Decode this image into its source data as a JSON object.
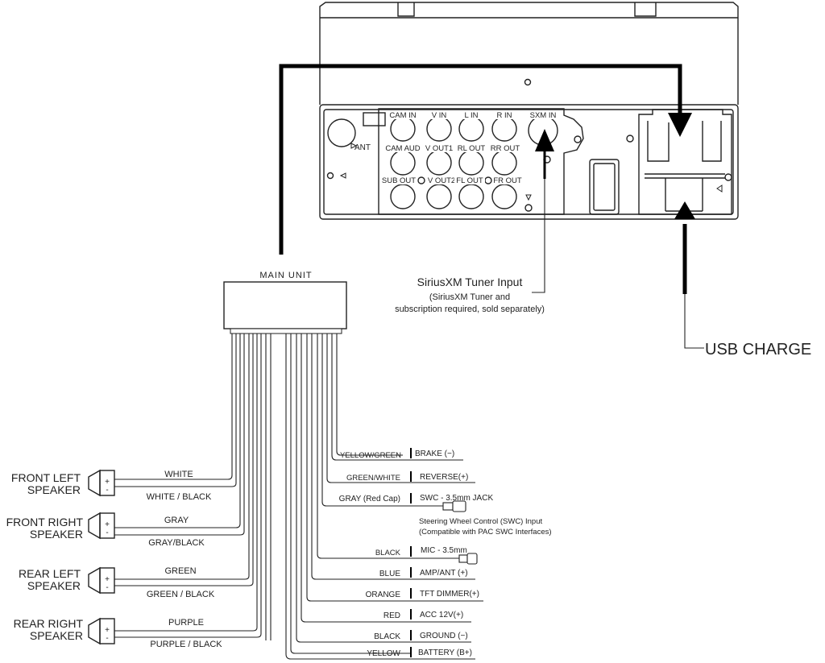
{
  "head_unit": {
    "ports_row1": [
      "CAM IN",
      "V IN",
      "L IN",
      "R IN",
      "SXM IN"
    ],
    "ports_row2": [
      "CAM AUD",
      "V OUT1",
      "RL OUT",
      "RR OUT"
    ],
    "ports_row3": [
      "SUB OUT",
      "V OUT2",
      "FL OUT",
      "FR OUT"
    ],
    "ant_label": "ANT"
  },
  "sxm_callout": {
    "title": "SiriusXM Tuner Input",
    "line2": "(SiriusXM Tuner and",
    "line3": "subscription required, sold separately)"
  },
  "usb_label": "USB CHARGE",
  "main_unit_label": "MAIN UNIT",
  "speakers": [
    {
      "line1": "FRONT LEFT",
      "line2": "SPEAKER",
      "pos_wire": "WHITE",
      "neg_wire": "WHITE / BLACK"
    },
    {
      "line1": "FRONT RIGHT",
      "line2": "SPEAKER",
      "pos_wire": "GRAY",
      "neg_wire": "GRAY/BLACK"
    },
    {
      "line1": "REAR LEFT",
      "line2": "SPEAKER",
      "pos_wire": "GREEN",
      "neg_wire": "GREEN / BLACK"
    },
    {
      "line1": "REAR RIGHT",
      "line2": "SPEAKER",
      "pos_wire": "PURPLE",
      "neg_wire": "PURPLE / BLACK"
    }
  ],
  "plus_sign": "+",
  "minus_sign": "-",
  "right_wires": [
    {
      "color": "YELLOW/GREEN",
      "function": "BRAKE (−)"
    },
    {
      "color": "GREEN/WHITE",
      "function": "REVERSE(+)"
    },
    {
      "color": "GRAY (Red Cap)",
      "function": "SWC - 3.5mm JACK"
    },
    {
      "color": "BLACK",
      "function": "MIC - 3.5mm"
    },
    {
      "color": "BLUE",
      "function": "AMP/ANT (+)"
    },
    {
      "color": "ORANGE",
      "function": "TFT DIMMER(+)"
    },
    {
      "color": "RED",
      "function": "ACC 12V(+)"
    },
    {
      "color": "BLACK",
      "function": "GROUND (−)"
    },
    {
      "color": "YELLOW",
      "function": "BATTERY (B+)"
    }
  ],
  "swc_note": {
    "line1": "Steering Wheel Control (SWC) Input",
    "line2": "(Compatible with PAC SWC Interfaces)"
  }
}
